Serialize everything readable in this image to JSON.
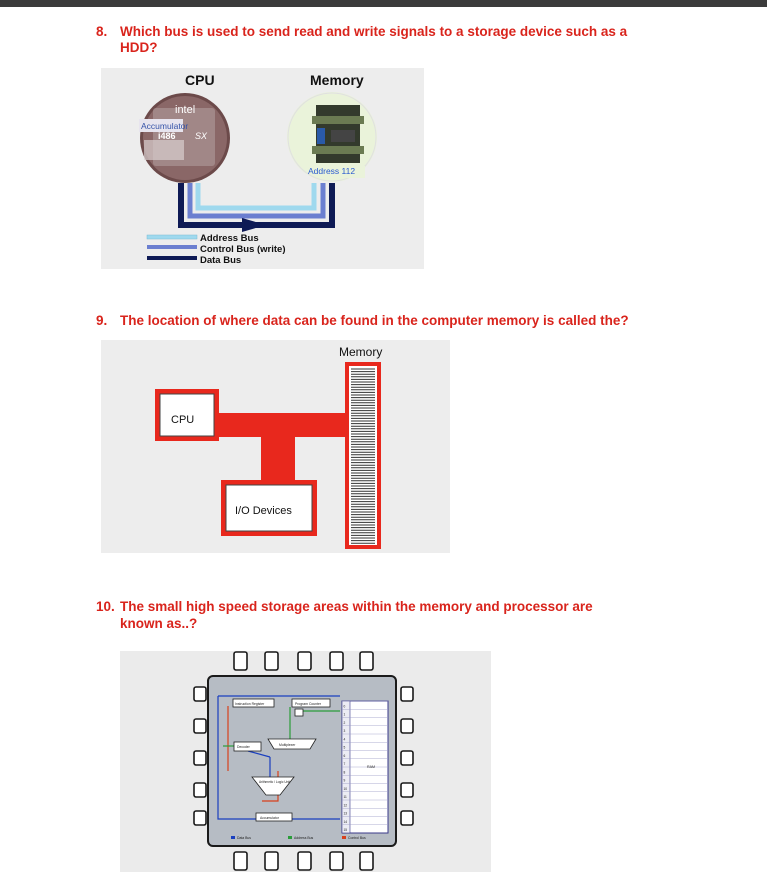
{
  "questions": [
    {
      "number": "8.",
      "line1": "Which bus is used to send read and write signals to a storage device such as a",
      "line2": "HDD?"
    },
    {
      "number": "9.",
      "line1": "The location of where data can be found in the computer memory is called the?"
    },
    {
      "number": "10.",
      "line1": "The small high speed storage areas within the memory and processor are",
      "line2": "known as..?"
    }
  ],
  "figure1": {
    "cpu_title": "CPU",
    "memory_title": "Memory",
    "chip_brand": "intel",
    "chip_model": "i486",
    "chip_suffix": "SX",
    "accumulator_label": "Accumulator",
    "address_label": "Address 112",
    "legend": [
      {
        "label": "Address Bus",
        "color": "#9fd9ee"
      },
      {
        "label": "Control Bus (write)",
        "color": "#6b7fd0"
      },
      {
        "label": "Data Bus",
        "color": "#0e1a55"
      }
    ]
  },
  "figure2": {
    "memory_label": "Memory",
    "cpu_label": "CPU",
    "io_label": "I/O Devices",
    "bus_color": "#e8281d"
  },
  "figure3": {
    "labels": {
      "instruction_register": "Instruction Register",
      "program_counter": "Program Counter",
      "decoder": "Decoder",
      "multiplexer": "Multiplexer",
      "alu": "Arithmetic / Logic Unit",
      "accumulator": "Accumulator",
      "ram": "RAM"
    },
    "legend": [
      {
        "label": "Data Bus",
        "color": "#1a3fbf"
      },
      {
        "label": "Address Bus",
        "color": "#2a9d3a"
      },
      {
        "label": "Control Bus",
        "color": "#d8401c"
      }
    ],
    "ram_rows": [
      "0",
      "1",
      "2",
      "3",
      "4",
      "5",
      "6",
      "7",
      "8",
      "9",
      "10",
      "11",
      "12",
      "13",
      "14",
      "15"
    ]
  }
}
